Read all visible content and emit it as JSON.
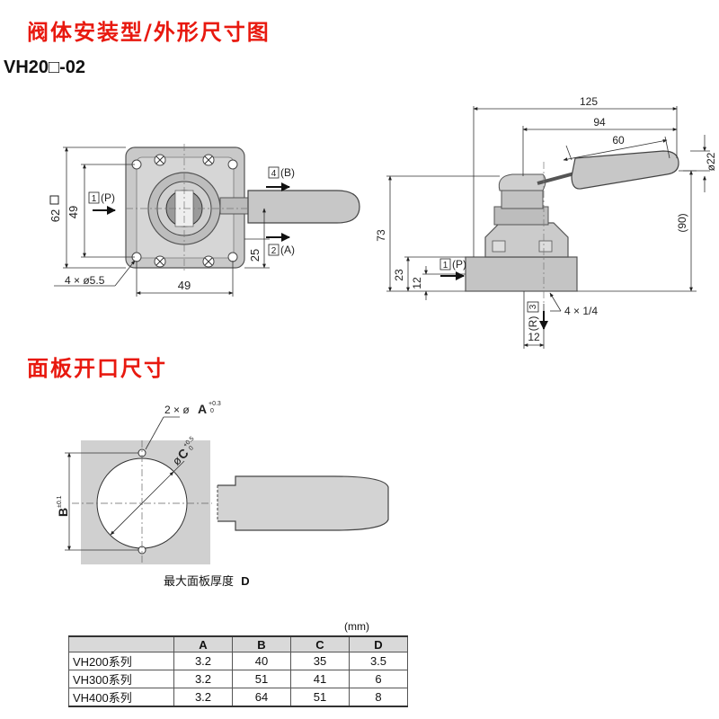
{
  "titles": {
    "main": "阀体安装型/外形尺寸图",
    "model": "VH20□-02",
    "panel": "面板开口尺寸"
  },
  "front_view": {
    "dim_side": "62",
    "dim_height": "49",
    "dim_width": "49",
    "dim_offset": "25",
    "holes": "4 × ø5.5",
    "port_p": "1",
    "port_p_label": "(P)",
    "port_b": "4",
    "port_b_label": "(B)",
    "port_a": "2",
    "port_a_label": "(A)"
  },
  "side_view": {
    "dim_125": "125",
    "dim_94": "94",
    "dim_60": "60",
    "dim_d22": "ø22",
    "dim_73": "73",
    "dim_90": "(90)",
    "dim_23": "23",
    "dim_12a": "12",
    "dim_12b": "12",
    "port_p": "1",
    "port_p_label": "(P)",
    "port_r": "3",
    "port_r_label": "(R)",
    "thread": "4 × 1/4"
  },
  "panel_cut": {
    "hole_label_prefix": "2 × ø",
    "hole_label_A": "A",
    "hole_tol_plus": "+0.3",
    "hole_tol_zero": "0",
    "c_prefix": "ø",
    "c_label": "C",
    "c_tol_plus": "+0.5",
    "c_tol_zero": "0",
    "b_label": "B",
    "b_tol": "±0.1",
    "caption": "最大面板厚度",
    "caption_letter": "D"
  },
  "table": {
    "unit": "(mm)",
    "columns": [
      "",
      "A",
      "B",
      "C",
      "D"
    ],
    "rows": [
      {
        "series": "VH200系列",
        "A": "3.2",
        "B": "40",
        "C": "35",
        "D": "3.5"
      },
      {
        "series": "VH300系列",
        "A": "3.2",
        "B": "51",
        "C": "41",
        "D": "6"
      },
      {
        "series": "VH400系列",
        "A": "3.2",
        "B": "64",
        "C": "51",
        "D": "8"
      }
    ]
  }
}
